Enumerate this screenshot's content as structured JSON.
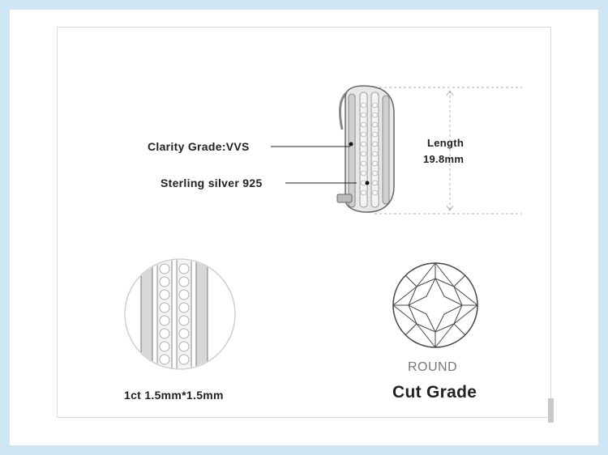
{
  "product": {
    "clarity_label": "Clarity Grade:VVS",
    "material_label": "Sterling silver 925",
    "length_label": "Length",
    "length_value": "19.8mm",
    "stone_size_label": "1ct 1.5mm*1.5mm",
    "cut_shape_label": "ROUND",
    "cut_grade_label": "Cut Grade"
  },
  "icons": {
    "earring": "earring-image",
    "detail": "stone-detail-image",
    "diamond": "round-diamond-outline-icon"
  },
  "colors": {
    "background": "#cfe7f5",
    "card": "#ffffff",
    "text": "#222222",
    "muted": "#777777"
  }
}
